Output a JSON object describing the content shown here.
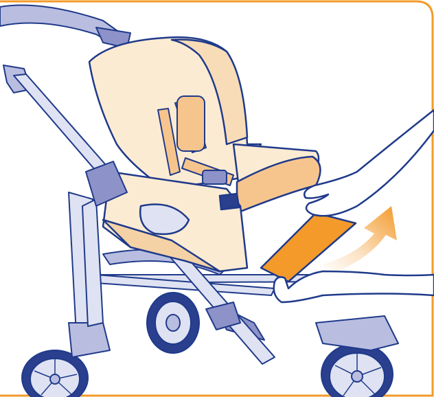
{
  "colors": {
    "frame_border": "#f39a2a",
    "outline": "#1f3a8a",
    "stroller_frame": "#b9bde0",
    "stroller_frame_dark": "#8d92c8",
    "seat_fabric": "#fcebd3",
    "seat_fabric_shadow": "#f4d2a6",
    "shoulder_pad": "#f6c58e",
    "insert_panel": "#f39a2a",
    "arrow_start": "#fbe3c6",
    "arrow_end": "#f39a2a",
    "skin": "#ffffff",
    "wheel_tire": "#2b3f8f",
    "wheel_rim": "#dfe2f2"
  },
  "icons": {
    "stroller": "stroller-illustration",
    "hands": "hands-illustration",
    "arrow": "curved-arrow-up-right"
  }
}
